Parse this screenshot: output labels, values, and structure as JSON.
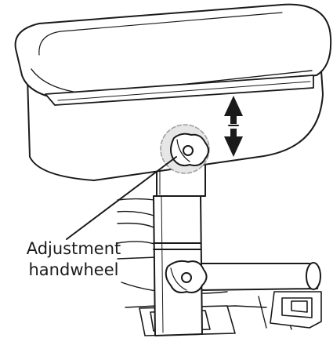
{
  "figure": {
    "callout": {
      "line1": "Adjustment",
      "line2": "handwheel"
    },
    "colors": {
      "line": "#1a1a1a",
      "fill": "#ffffff",
      "shade": "#e6e6e6",
      "highlight": "#bdbdbd"
    },
    "icons": {
      "adjust_direction": "up-down-double-arrow",
      "highlight_ring": "dashed-circle"
    }
  }
}
